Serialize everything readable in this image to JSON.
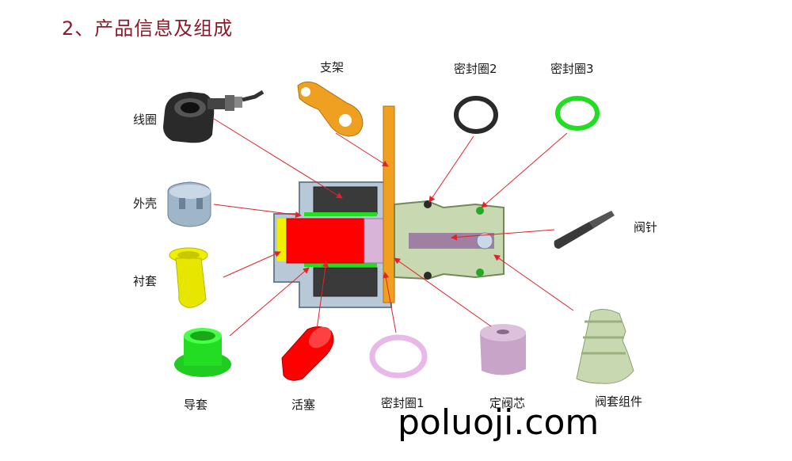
{
  "title": "2、产品信息及组成",
  "labels": {
    "coil": "线圈",
    "bracket": "支架",
    "seal2": "密封圈2",
    "seal3": "密封圈3",
    "housing": "外壳",
    "valve_needle": "阀针",
    "liner": "衬套",
    "guide_sleeve": "导套",
    "piston": "活塞",
    "seal1": "密封圈1",
    "fixed_core": "定阀芯",
    "valve_sleeve_assembly": "阀套组件"
  },
  "watermark": "poluoji.com",
  "colors": {
    "title": "#8a1c2b",
    "leader_line": "#e0222a",
    "piston": "#ff0000",
    "guide_sleeve": "#22dd22",
    "seal3": "#22dd22",
    "seal1": "#e8b8e8",
    "liner": "#f0f000",
    "bracket": "#f0a020",
    "valve_sleeve": "#c8d8b0",
    "housing": "#9fb5c8"
  }
}
